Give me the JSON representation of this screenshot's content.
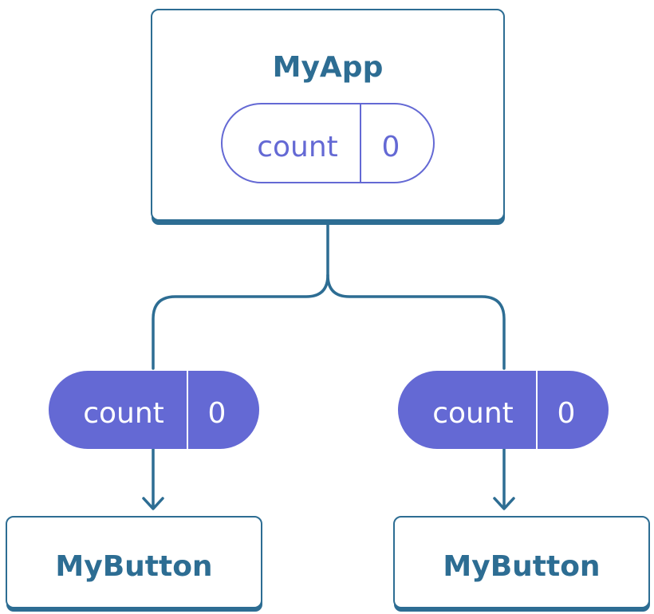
{
  "diagram": {
    "parent": {
      "title": "MyApp",
      "state": {
        "name": "count",
        "value": "0"
      }
    },
    "props": [
      {
        "name": "count",
        "value": "0"
      },
      {
        "name": "count",
        "value": "0"
      }
    ],
    "children": [
      {
        "title": "MyButton"
      },
      {
        "title": "MyButton"
      }
    ],
    "colors": {
      "component": "#2d6d93",
      "state": "#6469d4",
      "background": "#ffffff"
    }
  }
}
